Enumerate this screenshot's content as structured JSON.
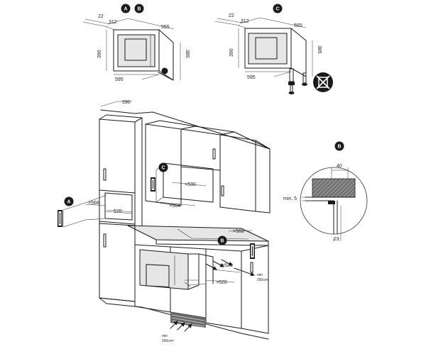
{
  "colors": {
    "ink": "#1a1a1a",
    "panel": "#e6e6e6",
    "hatch": "#6a6a6a"
  },
  "icons": [
    "circle-badge-a",
    "circle-badge-b",
    "circle-badge-c",
    "no-disposal-icon",
    "airflow-arrow-icon",
    "mounting-foot-icon"
  ],
  "badges": {
    "a": "A",
    "b": "B",
    "c": "C"
  },
  "view_ab": {
    "d22": "22",
    "d312": "312",
    "d555": "555",
    "d390": "390",
    "d385": "385",
    "d595": "595"
  },
  "view_c": {
    "d22": "22",
    "d312": "312",
    "d555": "555",
    "d390": "390",
    "d385": "385",
    "d595": "595"
  },
  "kitchen": {
    "d590": "590",
    "d566_a": ">566",
    "d570": "570",
    "d530_c": ">530",
    "d564": ">564",
    "d568_b": ">568",
    "d520": ">520",
    "d520b": ">520",
    "vent_bottom": "min\n250cm²",
    "vent_bottom_l1": "min",
    "vent_bottom_l2": "250cm²",
    "vent_right_l1": "min",
    "vent_right_l2": "250cm²"
  },
  "detail_b": {
    "d40": "40",
    "min5": "min. 5",
    "d23": "23"
  }
}
